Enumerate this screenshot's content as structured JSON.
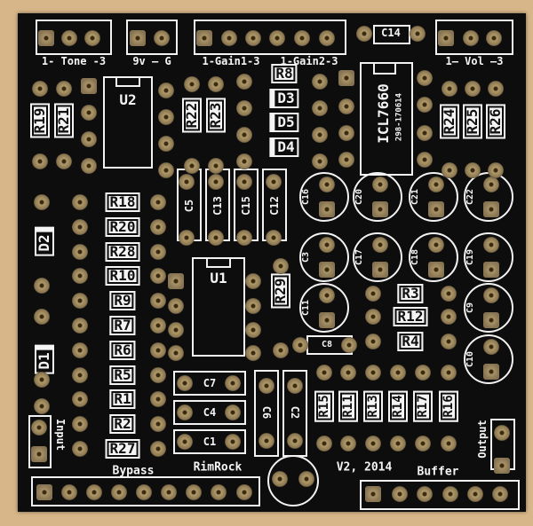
{
  "board": {
    "headers": {
      "tone": "1- Tone -3",
      "power": "9v — G",
      "gain1": "1-Gain1-3",
      "gain2": "1-Gain2-3",
      "vol": "1— Vol —3"
    },
    "ics": {
      "u1": "U1",
      "u2": "U2",
      "icl": "ICL7660",
      "icl_code": "298-170614"
    },
    "diodes": {
      "d1": "D1",
      "d2": "D2",
      "d3": "D3",
      "d4": "D4",
      "d5": "D5"
    },
    "resistors_top": {
      "r8": "R8",
      "r19": "R19",
      "r21": "R21",
      "r22": "R22",
      "r23": "R23",
      "r24": "R24",
      "r25": "R25",
      "r26": "R26"
    },
    "resistor_column": [
      "R18",
      "R20",
      "R28",
      "R10",
      "R9",
      "R7",
      "R6",
      "R5",
      "R1",
      "R2",
      "R27"
    ],
    "resistors_mid": {
      "r29": "R29",
      "r3": "R3",
      "r12": "R12",
      "r4": "R4"
    },
    "resistors_bottom": [
      "R15",
      "R11",
      "R13",
      "R14",
      "R17",
      "R16"
    ],
    "film_caps": {
      "c5": "C5",
      "c13": "C13",
      "c15": "C15",
      "c12": "C12",
      "c14": "C14",
      "c8": "C8",
      "c7": "C7",
      "c4": "C4",
      "c1": "C1",
      "c6": "C6",
      "c2": "C2"
    },
    "electrolytic_caps": [
      "C16",
      "C20",
      "C21",
      "C22",
      "C3",
      "C17",
      "C18",
      "C19",
      "C11",
      "C9",
      "C10"
    ],
    "labels": {
      "input": "Input",
      "output": "Output",
      "bypass": "Bypass",
      "brand": "RimRock",
      "version": "V2, 2014",
      "buffer": "Buffer"
    }
  }
}
